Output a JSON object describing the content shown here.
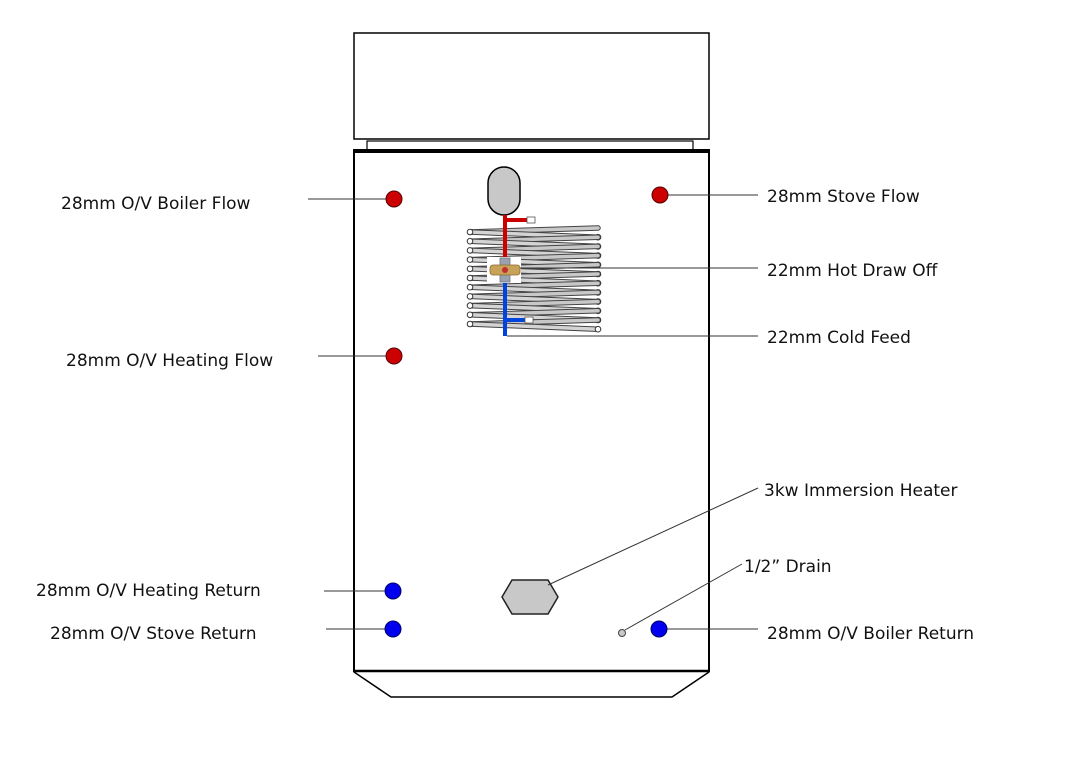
{
  "diagram": {
    "type": "hot water cylinder connection diagram",
    "colors": {
      "hot": "#cc0000",
      "cold": "#0022ee",
      "component_grey": "#c8c8c8",
      "outline": "#000000"
    },
    "labels": {
      "boiler_flow": "28mm O/V Boiler Flow",
      "heating_flow": "28mm O/V Heating Flow",
      "heating_return": "28mm O/V Heating Return",
      "stove_return": "28mm O/V Stove Return",
      "stove_flow": "28mm Stove Flow",
      "hot_draw_off": "22mm Hot Draw Off",
      "cold_feed": "22mm Cold Feed",
      "immersion_heater": "3kw Immersion Heater",
      "drain": "1/2” Drain",
      "boiler_return": "28mm O/V Boiler Return"
    },
    "connections": [
      {
        "id": "boiler_flow",
        "kind": "hot"
      },
      {
        "id": "heating_flow",
        "kind": "hot"
      },
      {
        "id": "stove_flow",
        "kind": "hot"
      },
      {
        "id": "heating_return",
        "kind": "cold"
      },
      {
        "id": "stove_return",
        "kind": "cold"
      },
      {
        "id": "boiler_return",
        "kind": "cold"
      },
      {
        "id": "hot_draw_off",
        "kind": "hot"
      },
      {
        "id": "cold_feed",
        "kind": "cold"
      },
      {
        "id": "immersion_heater",
        "kind": "component"
      },
      {
        "id": "drain",
        "kind": "component"
      }
    ]
  }
}
